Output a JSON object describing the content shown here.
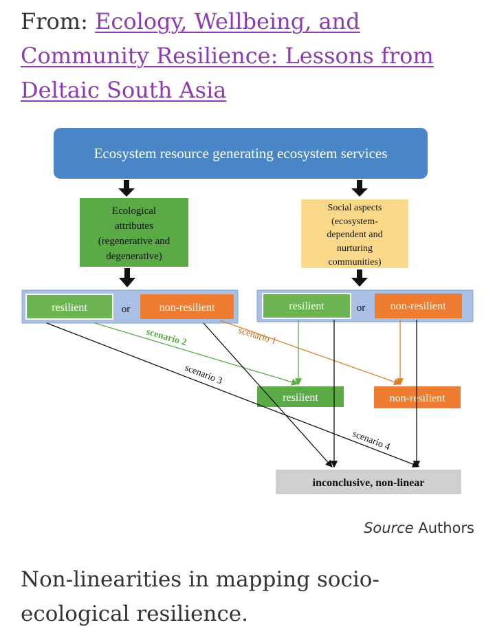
{
  "header": {
    "from_label": "From:",
    "link_text": "Ecology, Wellbeing, and Community Resilience: Lessons from Deltaic South Asia"
  },
  "diagram": {
    "top_box": "Ecosystem resource generating ecosystem services",
    "left_box": [
      "Ecological",
      "attributes",
      "(regenerative and",
      "degenerative)"
    ],
    "right_box": [
      "Social aspects",
      "(ecosystem-",
      "dependent and",
      "nurturing",
      "communities)"
    ],
    "resilient": "resilient",
    "or": "or",
    "non_resilient": "non-resilient",
    "scenario_1": "scenario 1",
    "scenario_2": "scenario 2",
    "scenario_3": "scenario 3",
    "scenario_4": "scenario 4",
    "result_resilient": "resilient",
    "result_non_resilient": "non-resilient",
    "result_inconclusive": "inconclusive, non-linear",
    "colors": {
      "blue": "#4a86c6",
      "green": "#5aaa46",
      "light_green": "#6db552",
      "yellow": "#fbd98a",
      "orange": "#ee7d31",
      "bar_blue": "#a9bfe3",
      "gray": "#d0d0d0",
      "scenario_1": "#d9822b",
      "scenario_2": "#5aaa46"
    }
  },
  "source": {
    "label": "Source",
    "value": "Authors"
  },
  "caption": "Non-linearities in mapping socio-ecological resilience."
}
